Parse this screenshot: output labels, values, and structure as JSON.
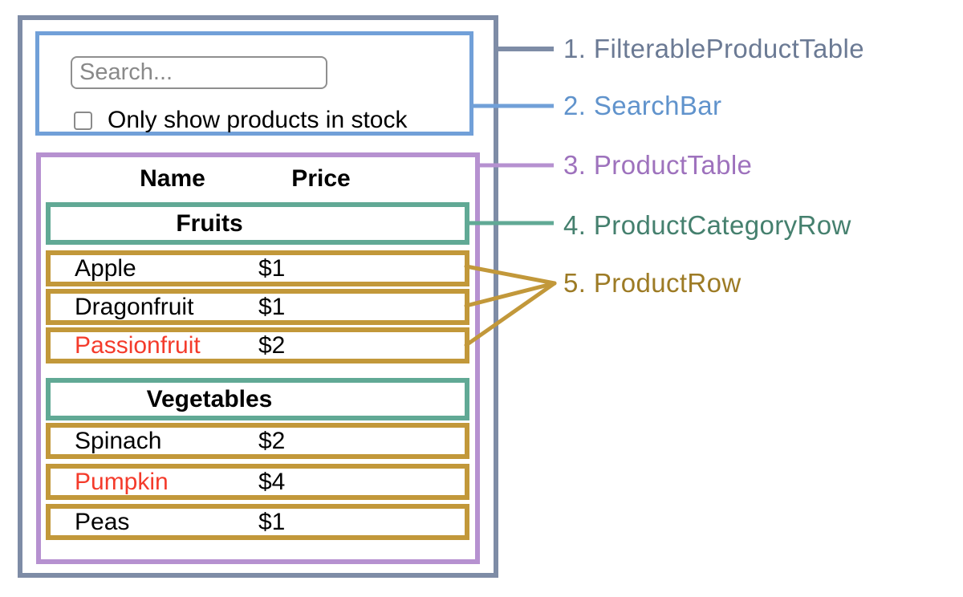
{
  "legend": {
    "items": [
      {
        "text": "1. FilterableProductTable",
        "color": "#6b7a94"
      },
      {
        "text": "2. SearchBar",
        "color": "#6093cc"
      },
      {
        "text": "3. ProductTable",
        "color": "#9e72bd"
      },
      {
        "text": "4. ProductCategoryRow",
        "color": "#45806e"
      },
      {
        "text": "5. ProductRow",
        "color": "#9d7b25"
      }
    ]
  },
  "search_bar": {
    "input_placeholder": "Search...",
    "checkbox_label": "Only show products in stock",
    "checkbox_checked": false
  },
  "product_table": {
    "header": {
      "name": "Name",
      "price": "Price"
    },
    "sections": [
      {
        "category": "Fruits",
        "rows": [
          {
            "name": "Apple",
            "price": "$1",
            "highlighted_red": false
          },
          {
            "name": "Dragonfruit",
            "price": "$1",
            "highlighted_red": false
          },
          {
            "name": "Passionfruit",
            "price": "$2",
            "highlighted_red": true
          }
        ]
      },
      {
        "category": "Vegetables",
        "rows": [
          {
            "name": "Spinach",
            "price": "$2",
            "highlighted_red": false
          },
          {
            "name": "Pumpkin",
            "price": "$4",
            "highlighted_red": true
          },
          {
            "name": "Peas",
            "price": "$1",
            "highlighted_red": false
          }
        ]
      }
    ]
  },
  "colors": {
    "filterable_product_table_border": "#7e8ca6",
    "search_bar_border": "#71a0d8",
    "product_table_border": "#b691d0",
    "product_category_row_border": "#61a995",
    "product_row_border": "#c2983a",
    "out_of_stock_text": "#f43b2b",
    "input_border": "#8f8f8f",
    "placeholder_text": "#898989"
  }
}
